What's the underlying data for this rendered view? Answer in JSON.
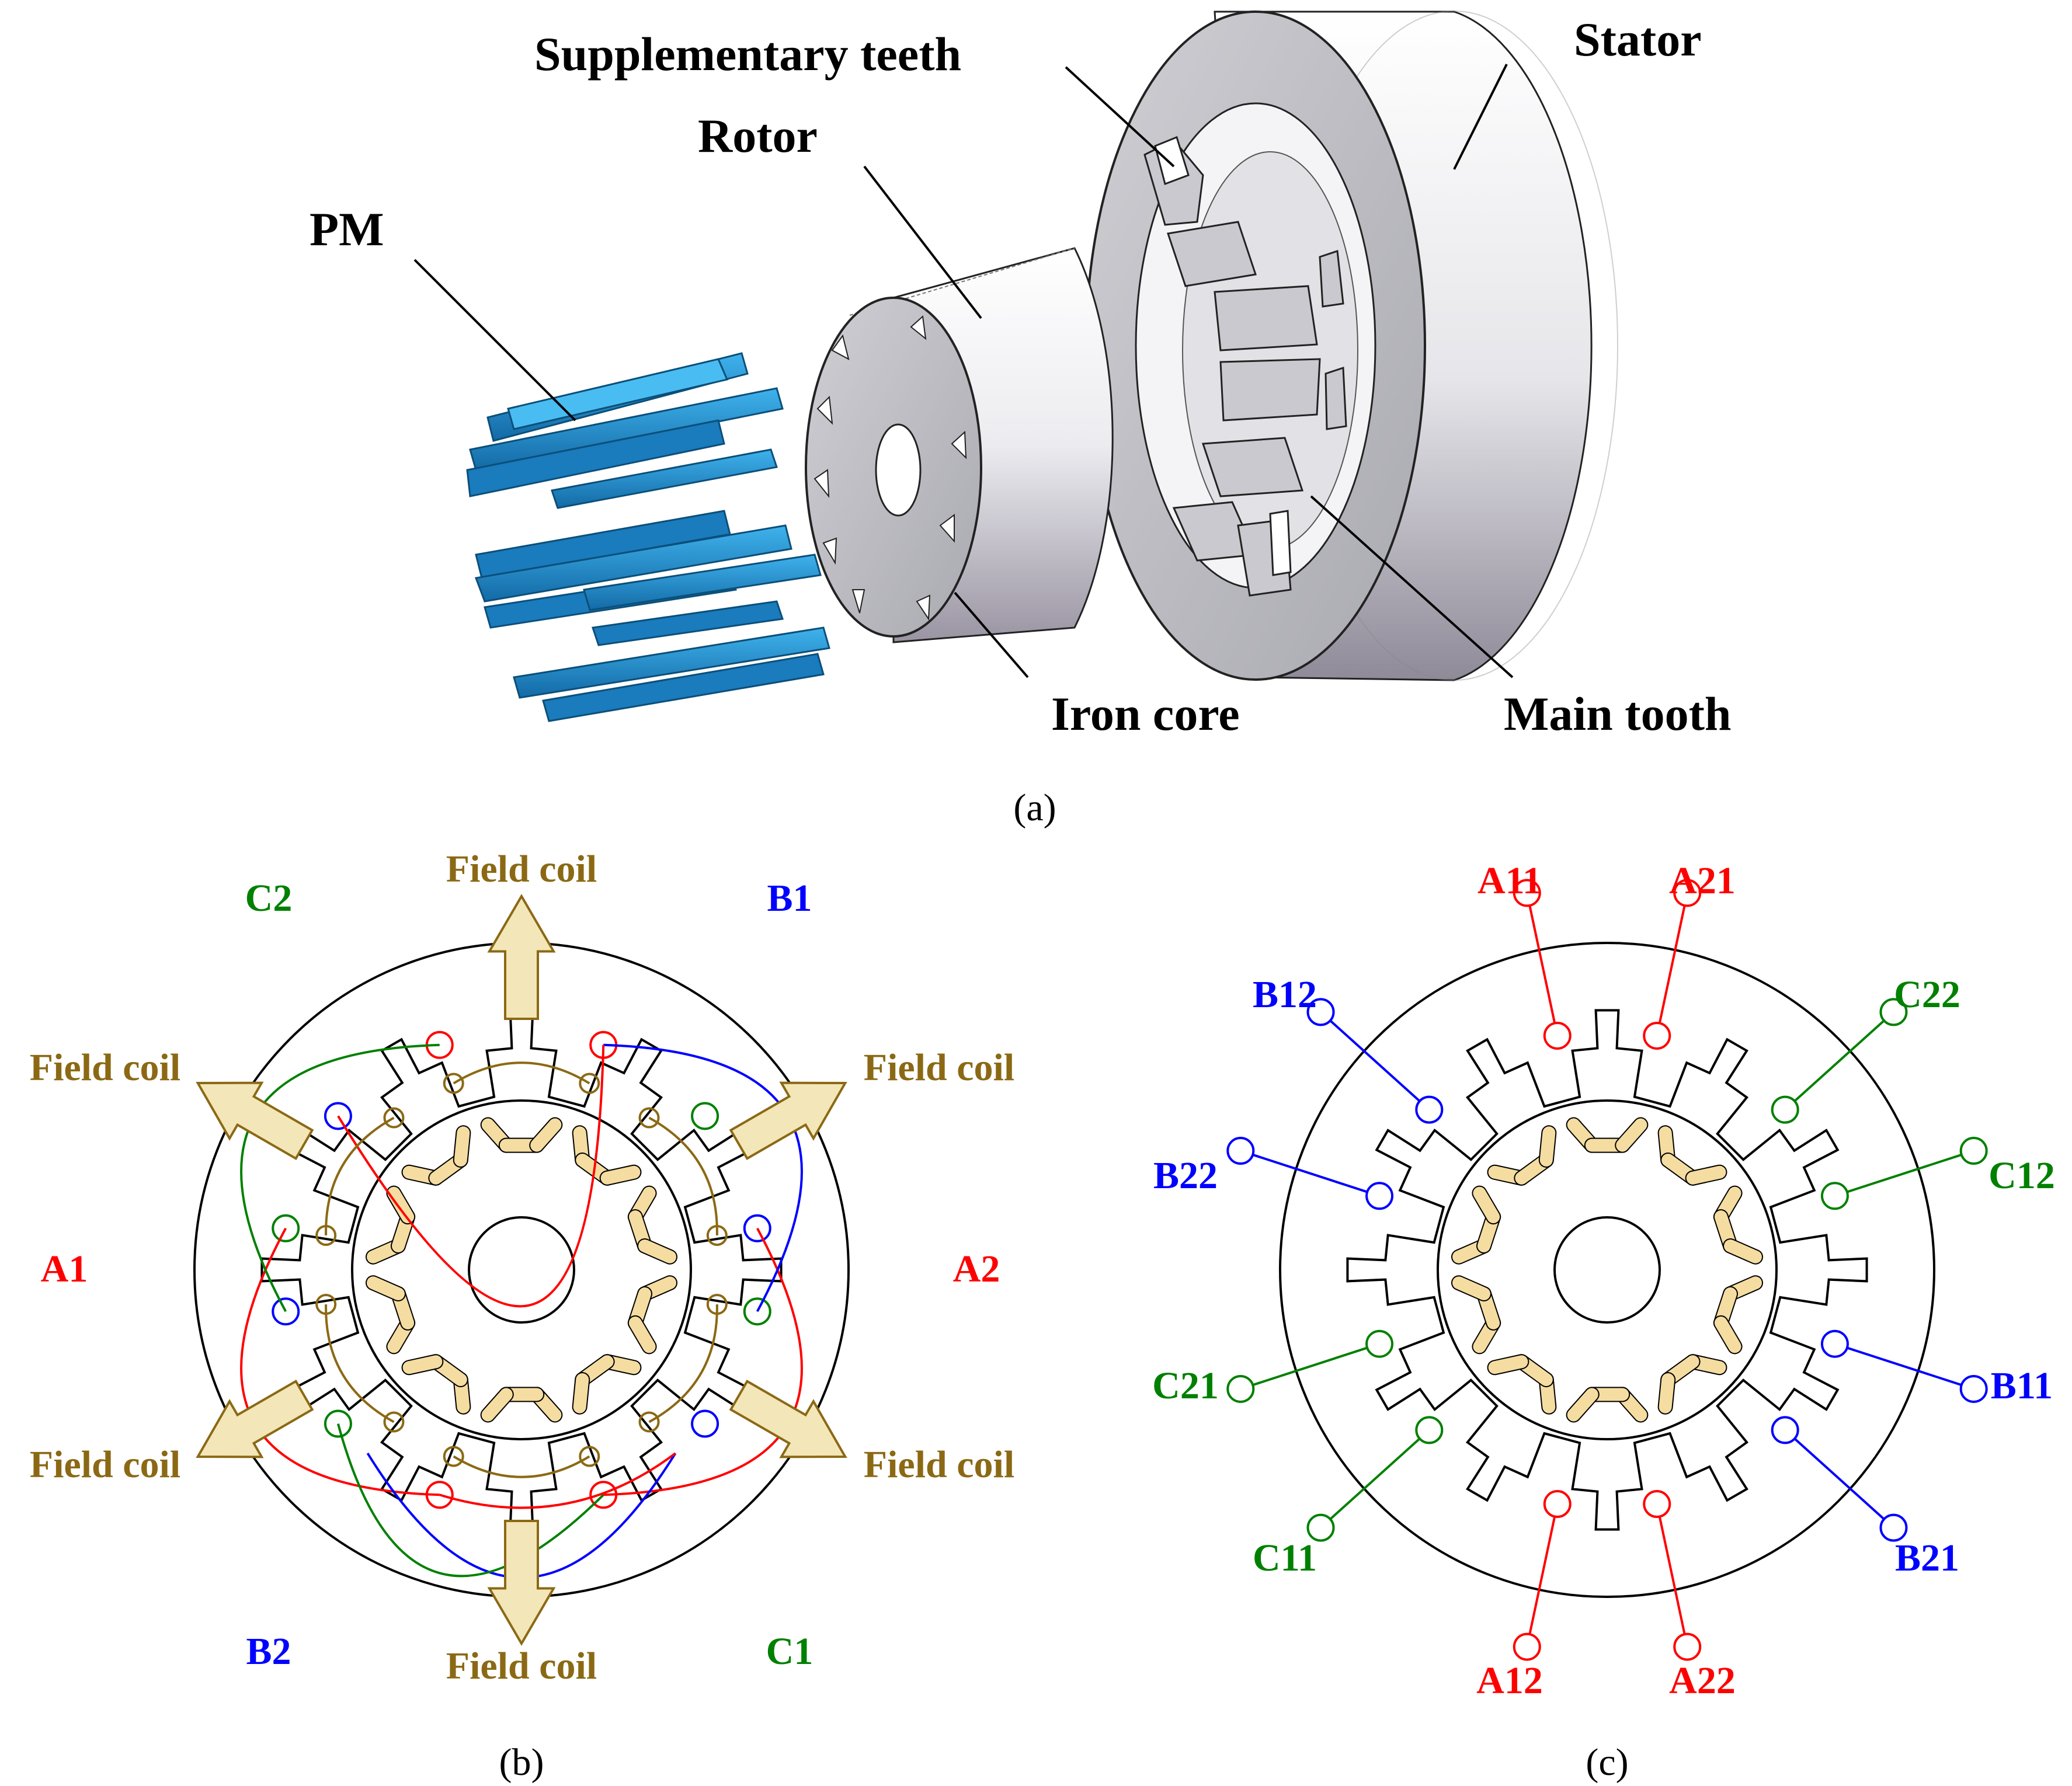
{
  "colors": {
    "phase_a": "#ff0000",
    "phase_b": "#0000ff",
    "phase_c": "#008000",
    "field": "#8b6914",
    "field_arrow_fill": "#f3e6b8",
    "pm_blue": "#1f8fd0",
    "pm_yellow": "#f5dca0",
    "steel": "#d4d4d8",
    "outline": "#000000"
  },
  "panel_a": {
    "caption": "(a)",
    "labels": {
      "supplementary_teeth": "Supplementary teeth",
      "stator": "Stator",
      "rotor": "Rotor",
      "pm": "PM",
      "iron_core": "Iron core",
      "main_tooth": "Main tooth"
    }
  },
  "panel_b": {
    "caption": "(b)",
    "field_coil_label": "Field coil",
    "phase_labels": {
      "c2": "C2",
      "b1": "B1",
      "a1": "A1",
      "a2": "A2",
      "b2": "B2",
      "c1": "C1"
    }
  },
  "panel_c": {
    "caption": "(c)",
    "coil_labels": {
      "a11": "A11",
      "a21": "A21",
      "b12": "B12",
      "c22": "C22",
      "b22": "B22",
      "c12": "C12",
      "c21": "C21",
      "b11": "B11",
      "c11": "C11",
      "b21": "B21",
      "a12": "A12",
      "a22": "A22"
    }
  }
}
